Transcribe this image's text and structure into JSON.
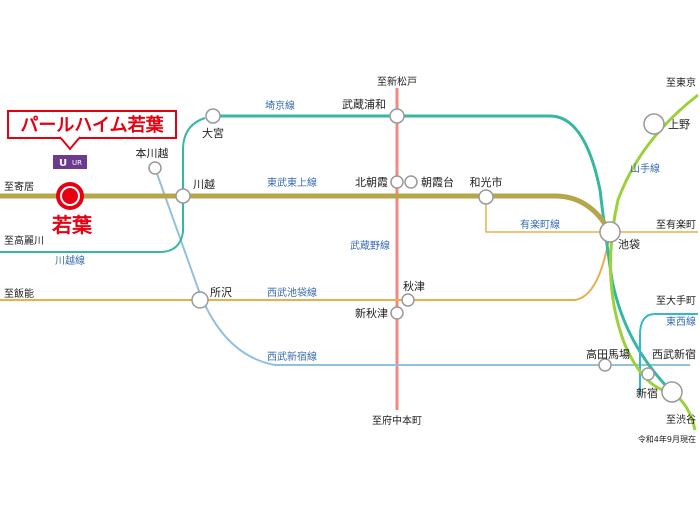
{
  "colors": {
    "tobu_tojo": "#b7a54a",
    "saikyo": "#35b7a4",
    "kawagoe": "#35b7a4",
    "musashino": "#f08a80",
    "yurakucho": "#e8b04a",
    "seibu_ikebukuro": "#e8b04a",
    "seibu_shinjuku": "#93c0de",
    "yamanote": "#9bd23c",
    "tozai": "#35b7d2",
    "highlight_red": "#e60012",
    "label_blue": "#3a6cb0",
    "ur_badge": "#6c3a8e"
  },
  "property": {
    "name": "パールハイム若葉",
    "station": "若葉",
    "badge_icon": "ur-logo-icon",
    "badge_text": "UR"
  },
  "lines": {
    "tobu_tojo": "東武東上線",
    "saikyo": "埼京線",
    "kawagoe": "川越線",
    "musashino": "武蔵野線",
    "yurakucho": "有楽町線",
    "seibu_ikebukuro": "西武池袋線",
    "seibu_shinjuku": "西武新宿線",
    "yamanote": "山手線",
    "tozai": "東西線"
  },
  "stations": {
    "omiya": "大宮",
    "honkawagoe": "本川越",
    "kawagoe": "川越",
    "musashi_urawa": "武蔵浦和",
    "kita_asaka": "北朝霞",
    "asakadai": "朝霞台",
    "wakoshi": "和光市",
    "ikebukuro": "池袋",
    "ueno": "上野",
    "tokorozawa": "所沢",
    "akitsu": "秋津",
    "shin_akitsu": "新秋津",
    "takadanobaba": "高田馬場",
    "seibu_shinjuku": "西武新宿",
    "shinjuku": "新宿"
  },
  "destinations": {
    "yorii": "至寄居",
    "komagawa": "至高麗川",
    "hanno": "至飯能",
    "shin_matsudo": "至新松戸",
    "tokyo": "至東京",
    "yurakucho": "至有楽町",
    "otemachi": "至大手町",
    "fuchu_hommachi": "至府中本町",
    "shibuya": "至渋谷"
  },
  "note": "令和4年9月現在"
}
